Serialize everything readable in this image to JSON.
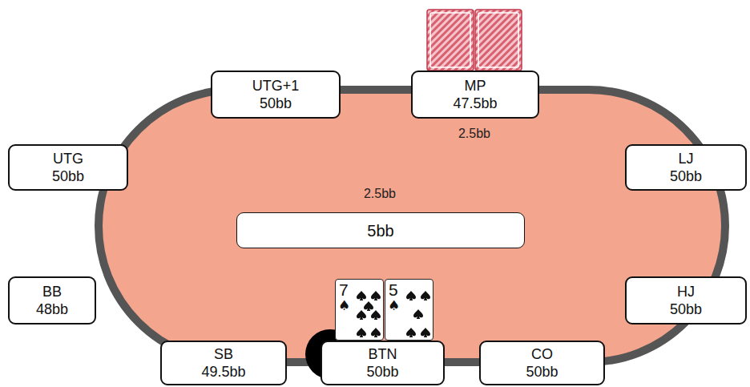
{
  "diagram": {
    "nodes": [
      {
        "text": [
          "UTG+1",
          "50bb"
        ]
      },
      {
        "text": [
          "MP",
          "47.5bb"
        ]
      },
      {
        "text": [
          "UTG",
          "50bb"
        ]
      },
      {
        "text": [
          "LJ",
          "50bb"
        ]
      },
      {
        "text": [
          "5bb"
        ]
      },
      {
        "text": [
          "BB",
          "48bb"
        ]
      },
      {
        "text": [
          "HJ",
          "50bb"
        ]
      },
      {
        "text": [
          "7",
          "♠"
        ]
      },
      {
        "text": [
          "5",
          "♠"
        ]
      },
      {
        "text": [
          "SB",
          "49.5bb"
        ]
      },
      {
        "text": [
          "BTN",
          "50bb"
        ]
      },
      {
        "text": [
          "CO",
          "50bb"
        ]
      }
    ],
    "labels": [
      "2.5bb",
      "2.5bb"
    ]
  }
}
